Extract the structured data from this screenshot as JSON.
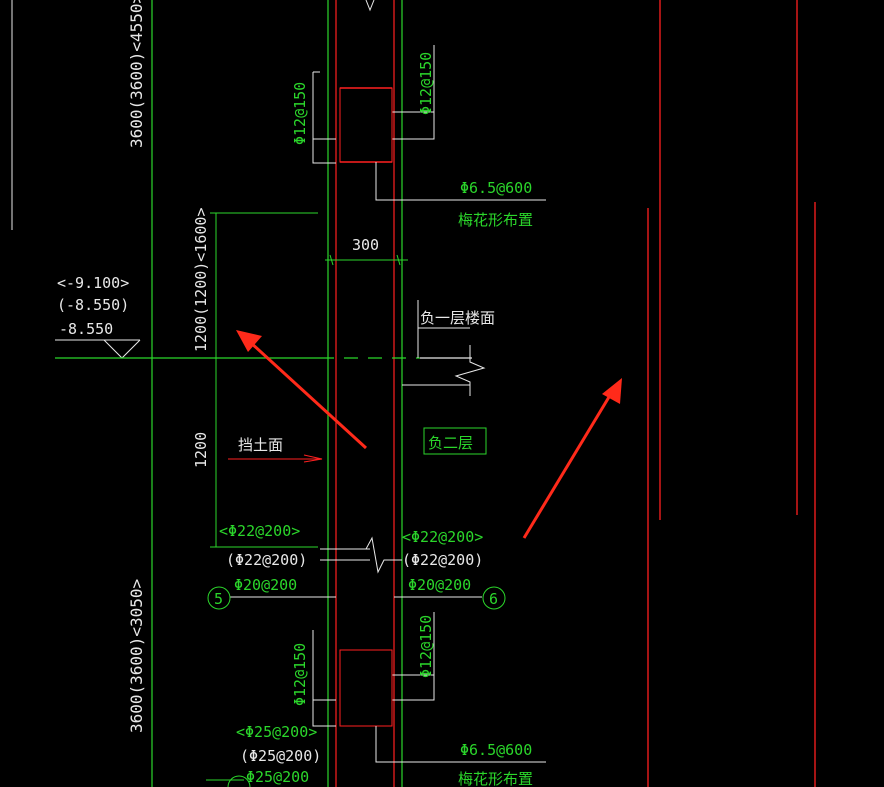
{
  "drawing": {
    "colors": {
      "background": "#000000",
      "dimension_green": "#2bd62b",
      "wall_red": "#ff2020",
      "line_white": "#e8e8e8",
      "arrow_red": "#ff2a1a"
    },
    "dims": {
      "upper_height": "3600(3600)<4550>",
      "lower_height": "3600(3600)<3050>",
      "mid_height": "1200(1200)<1600>",
      "bottom_height": "1200",
      "wall_width": "300"
    },
    "elevations": {
      "line1": "<-9.100>",
      "line2": "(-8.550)",
      "line3": "-8.550"
    },
    "rebar": {
      "stirrup_top_left": "Φ12@150",
      "stirrup_top_right": "Φ12@150",
      "stirrup_bot_left": "Φ12@150",
      "stirrup_bot_right": "Φ12@150",
      "tie_top": "Φ6.5@600",
      "tie_bot": "Φ6.5@600",
      "left_main_1": "<Φ22@200>",
      "left_main_2": "(Φ22@200)",
      "left_main_3": "Φ20@200",
      "right_main_1": "<Φ22@200>",
      "right_main_2": "(Φ22@200)",
      "right_main_3": "Φ20@200",
      "low_1": "<Φ25@200>",
      "low_2": "(Φ25@200)",
      "low_3": "Φ25@200"
    },
    "notes": {
      "plum_top": "梅花形布置",
      "plum_bot": "梅花形布置",
      "floor_b1": "负一层楼面",
      "soil_face": "挡土面",
      "floor_b2": "负二层"
    },
    "axes": {
      "left": "5",
      "right": "6"
    }
  }
}
